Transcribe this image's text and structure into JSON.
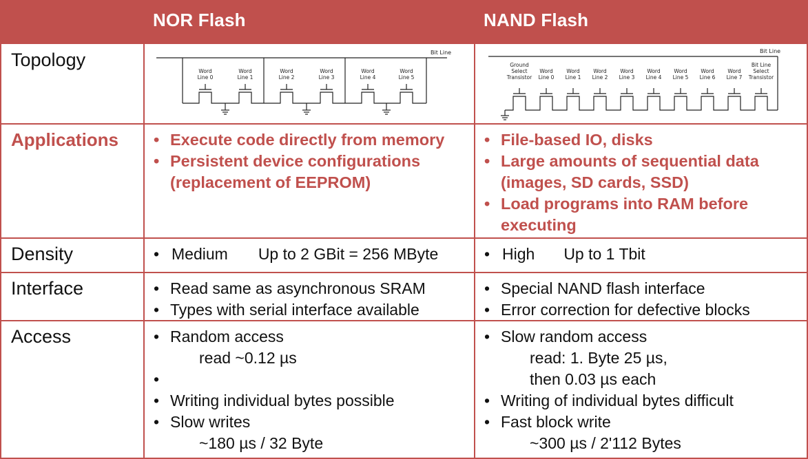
{
  "header": {
    "col_nor": "NOR Flash",
    "col_nand": "NAND Flash"
  },
  "rows": {
    "topology": {
      "label": "Topology",
      "nor_diagram": {
        "bit_line": "Bit Line",
        "word_lines": [
          {
            "l1": "Word",
            "l2": "Line 0"
          },
          {
            "l1": "Word",
            "l2": "Line 1"
          },
          {
            "l1": "Word",
            "l2": "Line 2"
          },
          {
            "l1": "Word",
            "l2": "Line 3"
          },
          {
            "l1": "Word",
            "l2": "Line 4"
          },
          {
            "l1": "Word",
            "l2": "Line 5"
          }
        ]
      },
      "nand_diagram": {
        "bit_line": "Bit Line",
        "ground_select": {
          "l1": "Ground",
          "l2": "Select",
          "l3": "Transistor"
        },
        "bit_line_select": {
          "l1": "Bit Line",
          "l2": "Select",
          "l3": "Transistor"
        },
        "word_lines": [
          {
            "l1": "Word",
            "l2": "Line 0"
          },
          {
            "l1": "Word",
            "l2": "Line 1"
          },
          {
            "l1": "Word",
            "l2": "Line 2"
          },
          {
            "l1": "Word",
            "l2": "Line 3"
          },
          {
            "l1": "Word",
            "l2": "Line 4"
          },
          {
            "l1": "Word",
            "l2": "Line 5"
          },
          {
            "l1": "Word",
            "l2": "Line 6"
          },
          {
            "l1": "Word",
            "l2": "Line 7"
          }
        ]
      }
    },
    "applications": {
      "label": "Applications",
      "nor": [
        "Execute code directly from memory",
        "Persistent device configurations (replacement of EEPROM)"
      ],
      "nand": [
        "File-based IO, disks",
        "Large amounts of  sequential data (images, SD cards, SSD)",
        "Load programs into RAM before executing"
      ]
    },
    "density": {
      "label": "Density",
      "nor_level": "Medium",
      "nor_detail": "Up to 2 GBit = 256 MByte",
      "nand_level": "High",
      "nand_detail": "Up to 1 Tbit"
    },
    "interface": {
      "label": "Interface",
      "nor": [
        "Read same as asynchronous SRAM",
        "Types with serial interface available"
      ],
      "nand": [
        "Special NAND flash interface",
        "Error correction for defective blocks"
      ]
    },
    "access": {
      "label": "Access",
      "nor_random": "Random access",
      "nor_read": "read ~0.12 µs",
      "nor_write_individual": "Writing individual bytes possible",
      "nor_slow_writes": "Slow writes",
      "nor_write_time": "~180 µs / 32 Byte",
      "nand_random": "Slow random access",
      "nand_read1": "read: 1. Byte 25 µs,",
      "nand_read2": "then 0.03 µs each",
      "nand_write_individual": "Writing of individual bytes difficult",
      "nand_fast": "Fast block write",
      "nand_write_time": "~300 µs / 2'112 Bytes"
    }
  }
}
